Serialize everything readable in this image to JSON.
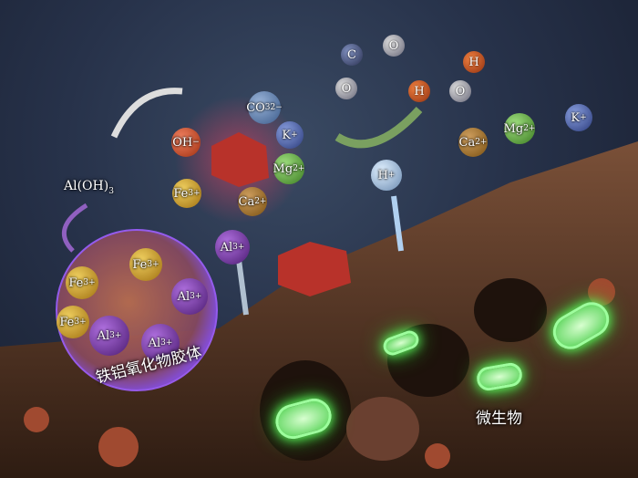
{
  "ions_left": {
    "oh": {
      "base": "OH",
      "sup": "−"
    },
    "co3": {
      "base": "CO",
      "sub": "3",
      "sup": "2−"
    },
    "k": {
      "base": "K",
      "sup": "+"
    },
    "mg": {
      "base": "Mg",
      "sup": "2+"
    },
    "fe": {
      "base": "Fe",
      "sup": "3+"
    },
    "ca": {
      "base": "Ca",
      "sup": "2+"
    },
    "al": {
      "base": "Al",
      "sup": "3+"
    }
  },
  "aloh3": {
    "base": "Al(OH)",
    "sub": "3"
  },
  "colloid_ions": [
    {
      "base": "Fe",
      "sup": "3+"
    },
    {
      "base": "Fe",
      "sup": "3+"
    },
    {
      "base": "Al",
      "sup": "3+"
    },
    {
      "base": "Fe",
      "sup": "3+"
    },
    {
      "base": "Al",
      "sup": "3+"
    },
    {
      "base": "Al",
      "sup": "3+"
    }
  ],
  "co2_atoms": [
    "C",
    "O",
    "O"
  ],
  "h2o_atoms": [
    "H",
    "H",
    "O"
  ],
  "ions_right": {
    "ca": {
      "base": "Ca",
      "sup": "2+"
    },
    "mg": {
      "base": "Mg",
      "sup": "2+"
    },
    "k": {
      "base": "K",
      "sup": "+"
    },
    "h": {
      "base": "H",
      "sup": "+"
    }
  },
  "labels": {
    "colloid": "铁铝氧化物胶体",
    "microbe": "微生物"
  },
  "colors": {
    "fe": "#c9a020",
    "al": "#6a2c8f",
    "k": "#3a4e8c",
    "mg": "#5a9a30",
    "ca": "#9a7020",
    "co3": "#4a6a9a",
    "oh": "#c04020",
    "h": "#8fb0d0",
    "microbe": "#7dff6d",
    "soil": "#5a3a28"
  }
}
